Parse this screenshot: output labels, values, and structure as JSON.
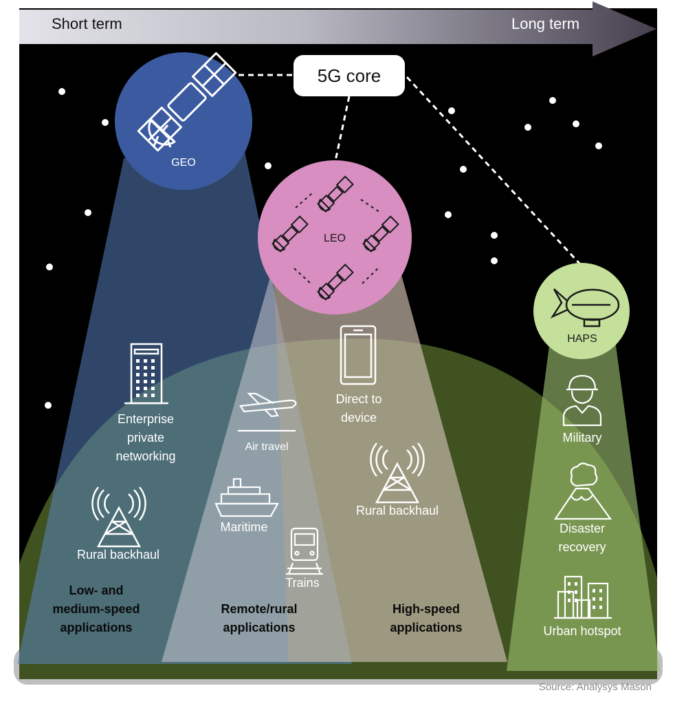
{
  "timeline": {
    "start_label": "Short term",
    "end_label": "Long term"
  },
  "core": {
    "label": "5G core"
  },
  "nodes": {
    "geo": "GEO",
    "leo": "LEO",
    "haps": "HAPS"
  },
  "use_cases": {
    "enterprise": "Enterprise\nprivate\nnetworking",
    "rural_geo": "Rural backhaul",
    "air": "Air travel",
    "maritime": "Maritime",
    "trains": "Trains",
    "direct": "Direct to\ndevice",
    "rural_leo": "Rural backhaul",
    "military": "Military",
    "disaster": "Disaster\nrecovery",
    "urban": "Urban hotspot"
  },
  "segments": {
    "low": "Low- and\nmedium-speed\napplications",
    "remote": "Remote/rural\napplications",
    "high": "High-speed\napplications"
  },
  "source": "Source: Analysys Mason",
  "colors": {
    "sky": "#000000",
    "earth": "#3f5220",
    "geo": "#3b5aa0",
    "leo": "#d88ec0",
    "haps": "#c5e09a",
    "beam_geo": "#5a86c8",
    "beam_remote": "#c9c9cf",
    "beam_high": "#c8a880",
    "beam_haps": "#9cc070"
  },
  "icons": [
    "satellite-icon",
    "building-icon",
    "tower-icon",
    "airplane-icon",
    "ship-icon",
    "train-icon",
    "phone-icon",
    "soldier-icon",
    "volcano-icon",
    "city-icon",
    "airship-icon"
  ]
}
